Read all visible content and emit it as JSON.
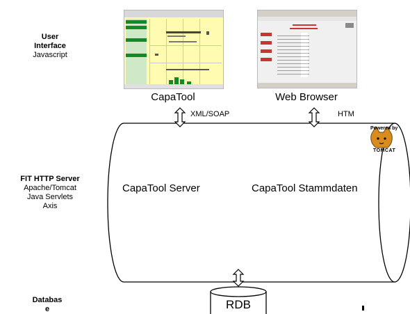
{
  "layers": {
    "ui": {
      "title_line1": "User",
      "title_line2": "Interface",
      "sub1": "Javascript"
    },
    "server": {
      "title": "FIT HTTP Server",
      "sub1": "Apache/Tomcat",
      "sub2": "Java Servlets",
      "sub3": "Axis"
    },
    "db": {
      "title_line1": "Databas",
      "title_line2": "e"
    }
  },
  "clients": [
    {
      "caption": "CapaTool",
      "protocol": "XML/SOAP"
    },
    {
      "caption": "Web Browser",
      "protocol": "HTM"
    }
  ],
  "server_cylinder": {
    "component1": "CapaTool Server",
    "component2": "CapaTool Stammdaten",
    "badge_top": "Powered by",
    "badge_bottom": "TOMCAT"
  },
  "database": {
    "label": "RDB"
  },
  "colors": {
    "capatool_green": "#118a2a",
    "capatool_yellow": "#fffbb0",
    "browser_red": "#cc3333",
    "tomcat_orange": "#d98b1e"
  }
}
